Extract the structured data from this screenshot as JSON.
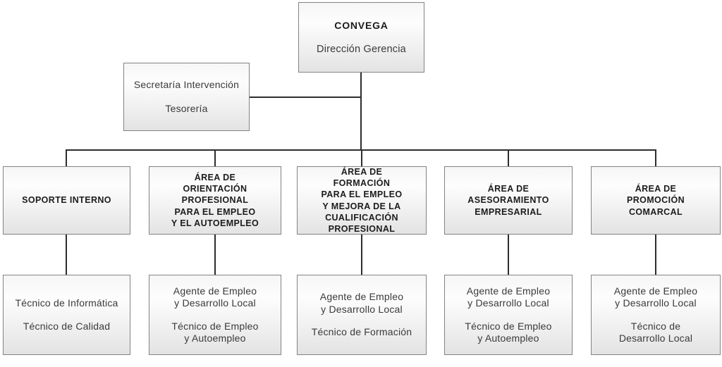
{
  "org": {
    "root": {
      "title": "CONVEGA",
      "subtitle": "Dirección Gerencia"
    },
    "secretary": {
      "lines": [
        "Secretaría Intervención",
        "Tesorería"
      ]
    },
    "columns": [
      {
        "area": "SOPORTE INTERNO",
        "staff": [
          "Técnico de Informática",
          "Técnico de Calidad"
        ]
      },
      {
        "area": "ÁREA DE\nORIENTACIÓN\nPROFESIONAL\nPARA EL EMPLEO\nY EL AUTOEMPLEO",
        "staff": [
          "Agente de Empleo\ny Desarrollo Local",
          "Técnico de Empleo\ny Autoempleo"
        ]
      },
      {
        "area": "ÁREA DE\nFORMACIÓN\nPARA EL EMPLEO\nY MEJORA DE LA\nCUALIFICACIÓN\nPROFESIONAL",
        "staff": [
          "Agente de Empleo\ny Desarrollo Local",
          "Técnico de Formación"
        ]
      },
      {
        "area": "ÁREA DE\nASESORAMIENTO\nEMPRESARIAL",
        "staff": [
          "Agente de Empleo\ny Desarrollo Local",
          "Técnico de Empleo\ny Autoempleo"
        ]
      },
      {
        "area": "ÁREA DE\nPROMOCIÓN\nCOMARCAL",
        "staff": [
          "Agente de Empleo\ny Desarrollo Local",
          "Técnico de\nDesarrollo Local"
        ]
      }
    ],
    "colors": {
      "background": "#ffffff",
      "box_border": "#838383",
      "box_fill_top": "#f6f6f6",
      "box_fill_bottom": "#e3e3e3",
      "connector": "#2d2d2d",
      "text_bold": "#1c1c1c",
      "text_regular": "#3a3a3a"
    }
  }
}
